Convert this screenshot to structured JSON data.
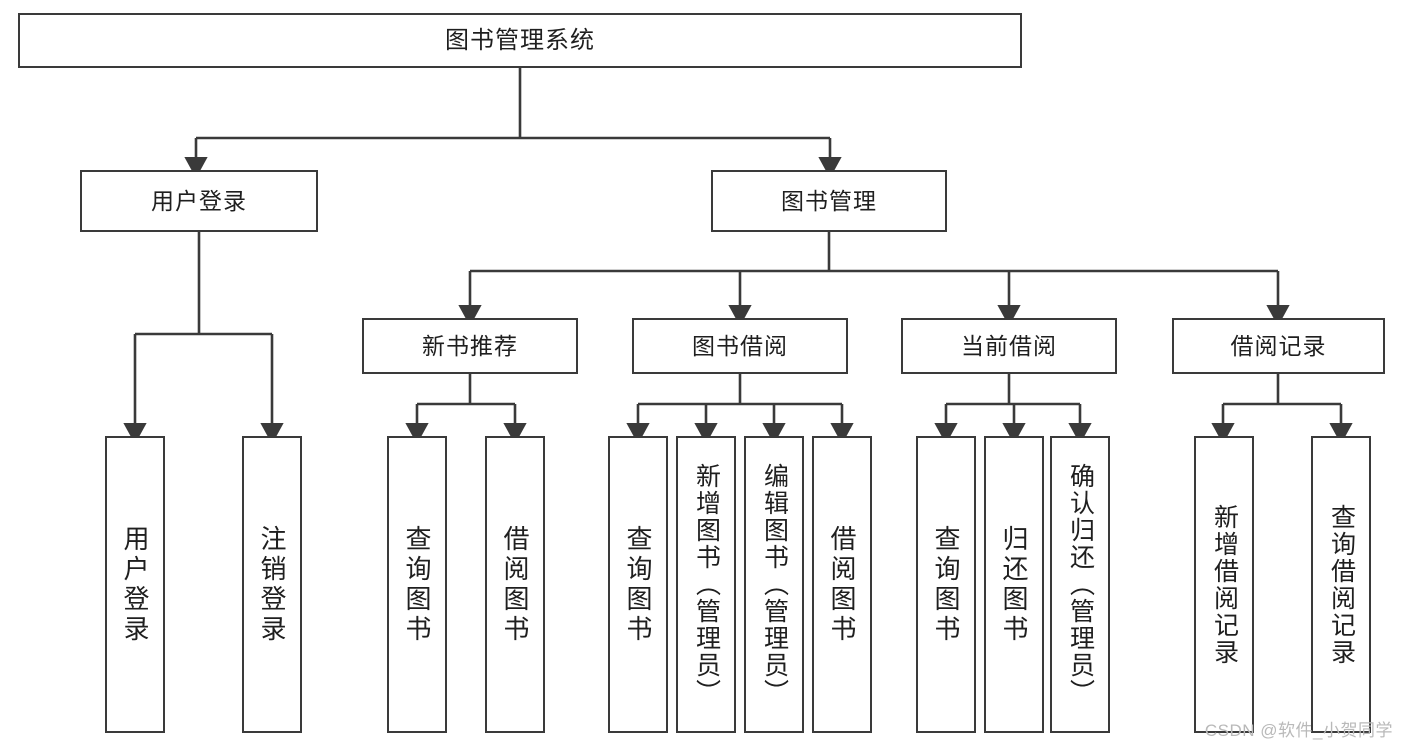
{
  "diagram": {
    "title": "图书管理系统",
    "type": "tree",
    "root": {
      "label": "图书管理系统"
    },
    "level2": [
      {
        "label": "用户登录"
      },
      {
        "label": "图书管理"
      }
    ],
    "level3": [
      {
        "label": "新书推荐"
      },
      {
        "label": "图书借阅"
      },
      {
        "label": "当前借阅"
      },
      {
        "label": "借阅记录"
      }
    ],
    "leaves": {
      "user_login": [
        {
          "label": "用户登录"
        },
        {
          "label": "注销登录"
        }
      ],
      "new_book_recommend": [
        {
          "label": "查询图书"
        },
        {
          "label": "借阅图书"
        }
      ],
      "book_borrow": [
        {
          "label": "查询图书"
        },
        {
          "label": "新增图书（管理员）"
        },
        {
          "label": "编辑图书（管理员）"
        },
        {
          "label": "借阅图书"
        }
      ],
      "current_borrow": [
        {
          "label": "查询图书"
        },
        {
          "label": "归还图书"
        },
        {
          "label": "确认归还（管理员）"
        }
      ],
      "borrow_record": [
        {
          "label": "新增借阅记录"
        },
        {
          "label": "查询借阅记录"
        }
      ]
    },
    "colors": {
      "stroke": "#3a3a3a",
      "text": "#1f1f1f",
      "background": "#ffffff",
      "watermark": "#b9b9b9"
    }
  },
  "watermark": {
    "text": "CSDN @软件_小贺同学"
  }
}
